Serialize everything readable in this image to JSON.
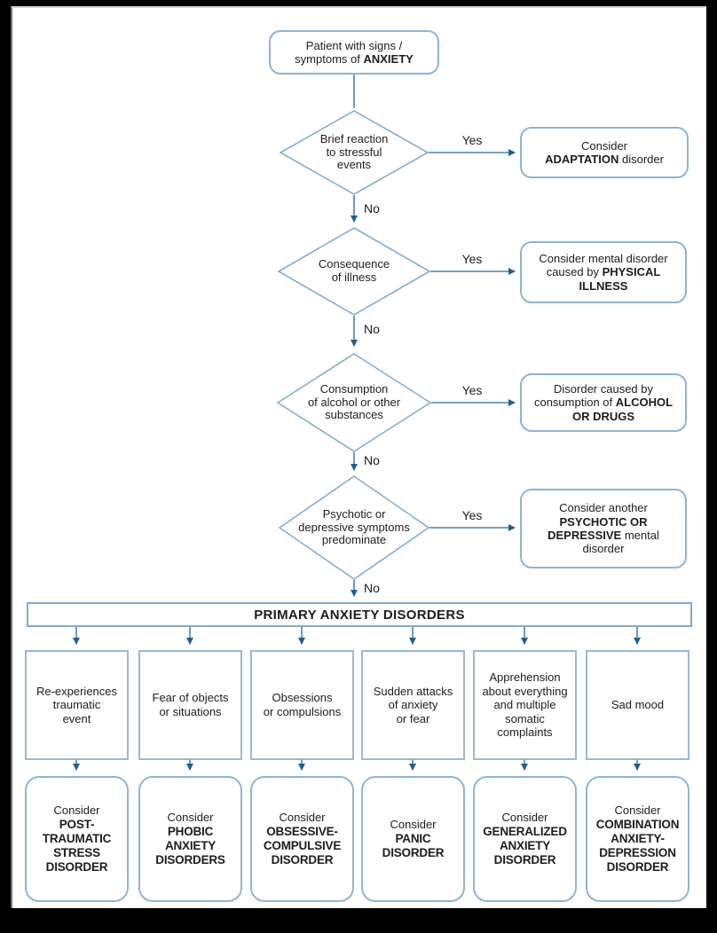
{
  "colors": {
    "line": "#4e81ab",
    "arrowhead": "#20608f",
    "node_border": "#8fb5d3",
    "text": "#1d1d1d",
    "frame": "#000000"
  },
  "start_box": {
    "pre": "Patient with signs /\nsymptoms of ",
    "bold": "ANXIETY"
  },
  "decisions": [
    {
      "question": "Brief reaction\nto stressful\nevents",
      "yes_label": "Yes",
      "no_label": "No",
      "result_pre": "Consider\n",
      "result_bold": "ADAPTATION",
      "result_post": " disorder"
    },
    {
      "question": "Consequence\nof illness",
      "yes_label": "Yes",
      "no_label": "No",
      "result_pre": "Consider mental disorder\ncaused by ",
      "result_bold": "PHYSICAL\nILLNESS",
      "result_post": ""
    },
    {
      "question": "Consumption\nof alcohol or other\nsubstances",
      "yes_label": "Yes",
      "no_label": "No",
      "result_pre": "Disorder caused by\nconsumption of ",
      "result_bold": "ALCOHOL\nOR DRUGS",
      "result_post": ""
    },
    {
      "question": "Psychotic or\ndepressive symptoms\npredominate",
      "yes_label": "Yes",
      "no_label": "No",
      "result_pre": "Consider another\n",
      "result_bold": "PSYCHOTIC OR\nDEPRESSIVE",
      "result_post": " mental\ndisorder"
    }
  ],
  "primary_bar": "PRIMARY ANXIETY DISORDERS",
  "branches": [
    {
      "symptom": "Re-experiences\ntraumatic\nevent",
      "consider": "Consider",
      "disorder": "POST-\nTRAUMATIC\nSTRESS\nDISORDER"
    },
    {
      "symptom": "Fear of objects\nor situations",
      "consider": "Consider",
      "disorder": "PHOBIC\nANXIETY\nDISORDERS"
    },
    {
      "symptom": "Obsessions\nor compulsions",
      "consider": "Consider",
      "disorder": "OBSESSIVE-\nCOMPULSIVE\nDISORDER"
    },
    {
      "symptom": "Sudden attacks\nof anxiety\nor fear",
      "consider": "Consider",
      "disorder": "PANIC\nDISORDER"
    },
    {
      "symptom": "Apprehension\nabout everything\nand multiple\nsomatic\ncomplaints",
      "consider": "Consider",
      "disorder": "GENERALIZED\nANXIETY\nDISORDER"
    },
    {
      "symptom": "Sad mood",
      "consider": "Consider",
      "disorder": "COMBINATION\nANXIETY-\nDEPRESSION\nDISORDER"
    }
  ]
}
